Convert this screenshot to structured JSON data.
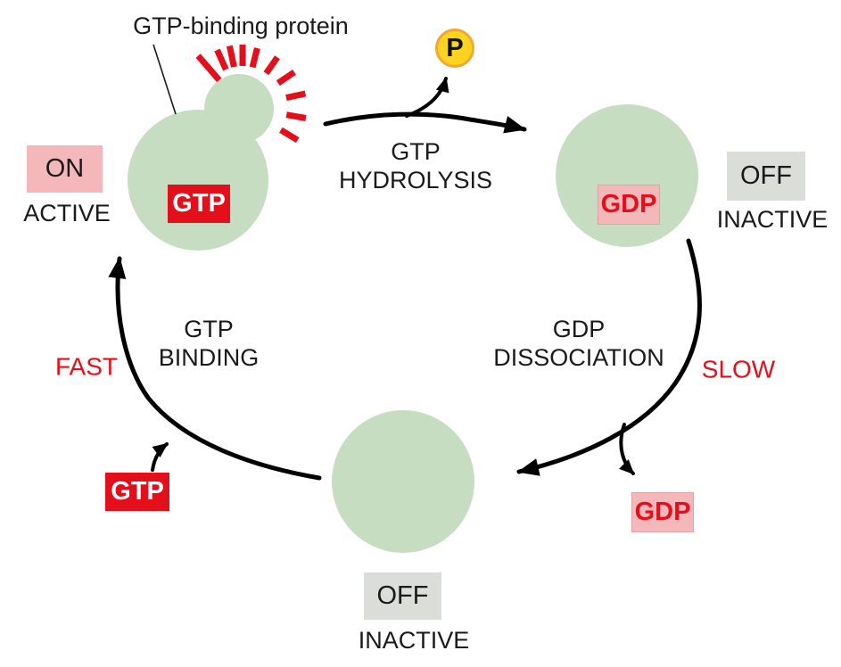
{
  "diagram": {
    "title": "GTP-binding protein",
    "phosphate": "P"
  },
  "active_state": {
    "badge": "ON",
    "label": "ACTIVE",
    "nucleotide": "GTP"
  },
  "inactive_state_gdp": {
    "badge": "OFF",
    "label": "INACTIVE",
    "nucleotide": "GDP"
  },
  "inactive_state_empty": {
    "badge": "OFF",
    "label": "INACTIVE"
  },
  "free_molecules": {
    "gtp": "GTP",
    "gdp": "GDP"
  },
  "steps": {
    "hydrolysis": {
      "line1": "GTP",
      "line2": "HYDROLYSIS"
    },
    "dissociation": {
      "line1": "GDP",
      "line2": "DISSOCIATION",
      "rate": "SLOW"
    },
    "binding": {
      "line1": "GTP",
      "line2": "BINDING",
      "rate": "FAST"
    }
  },
  "colors": {
    "green": "#c6ddc2",
    "pink": "#f4b8bb",
    "red": "#e30f1a",
    "gray": "#dbded8",
    "yellow": "#fed41f",
    "orange": "#f2a633",
    "ink": "#1a1a1a"
  }
}
